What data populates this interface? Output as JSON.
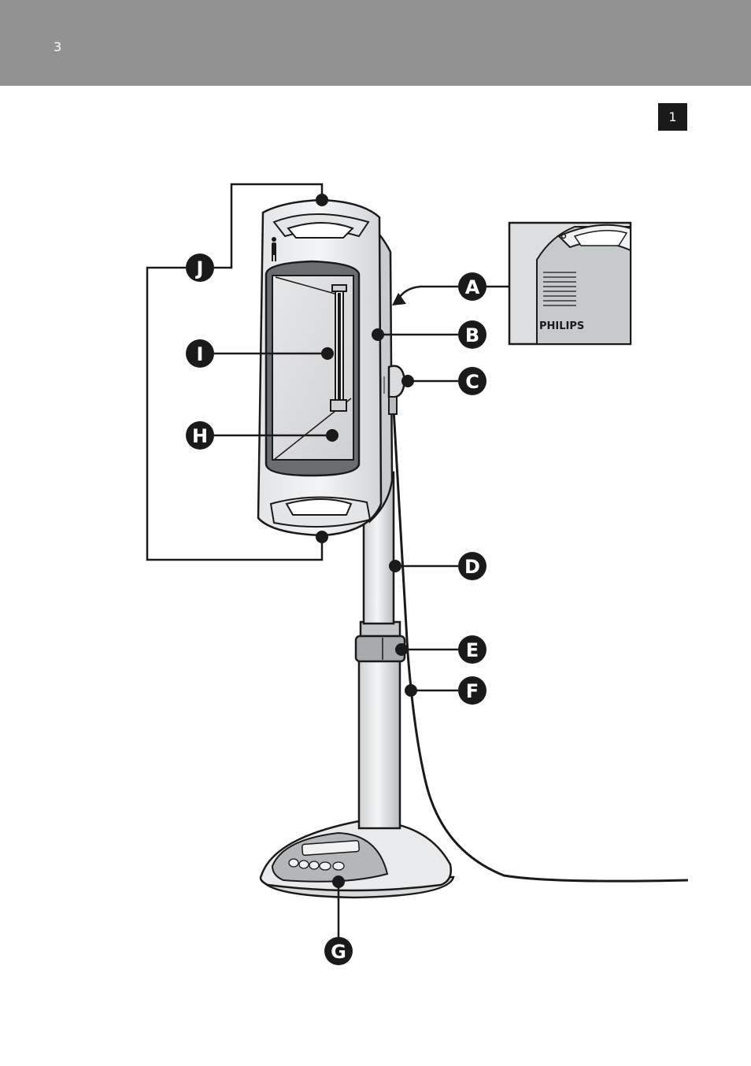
{
  "header": {
    "page_number": "3"
  },
  "figure": {
    "number": "1"
  },
  "inset": {
    "brand": "PHILIPS"
  },
  "callouts": {
    "a": "A",
    "b": "B",
    "c": "C",
    "d": "D",
    "e": "E",
    "f": "F",
    "g": "G",
    "h": "H",
    "i": "I",
    "j": "J"
  },
  "colors": {
    "header": "#929292",
    "outline": "#1a1a1a",
    "device_body": "#ecedee",
    "screen": "#d9dadb"
  }
}
